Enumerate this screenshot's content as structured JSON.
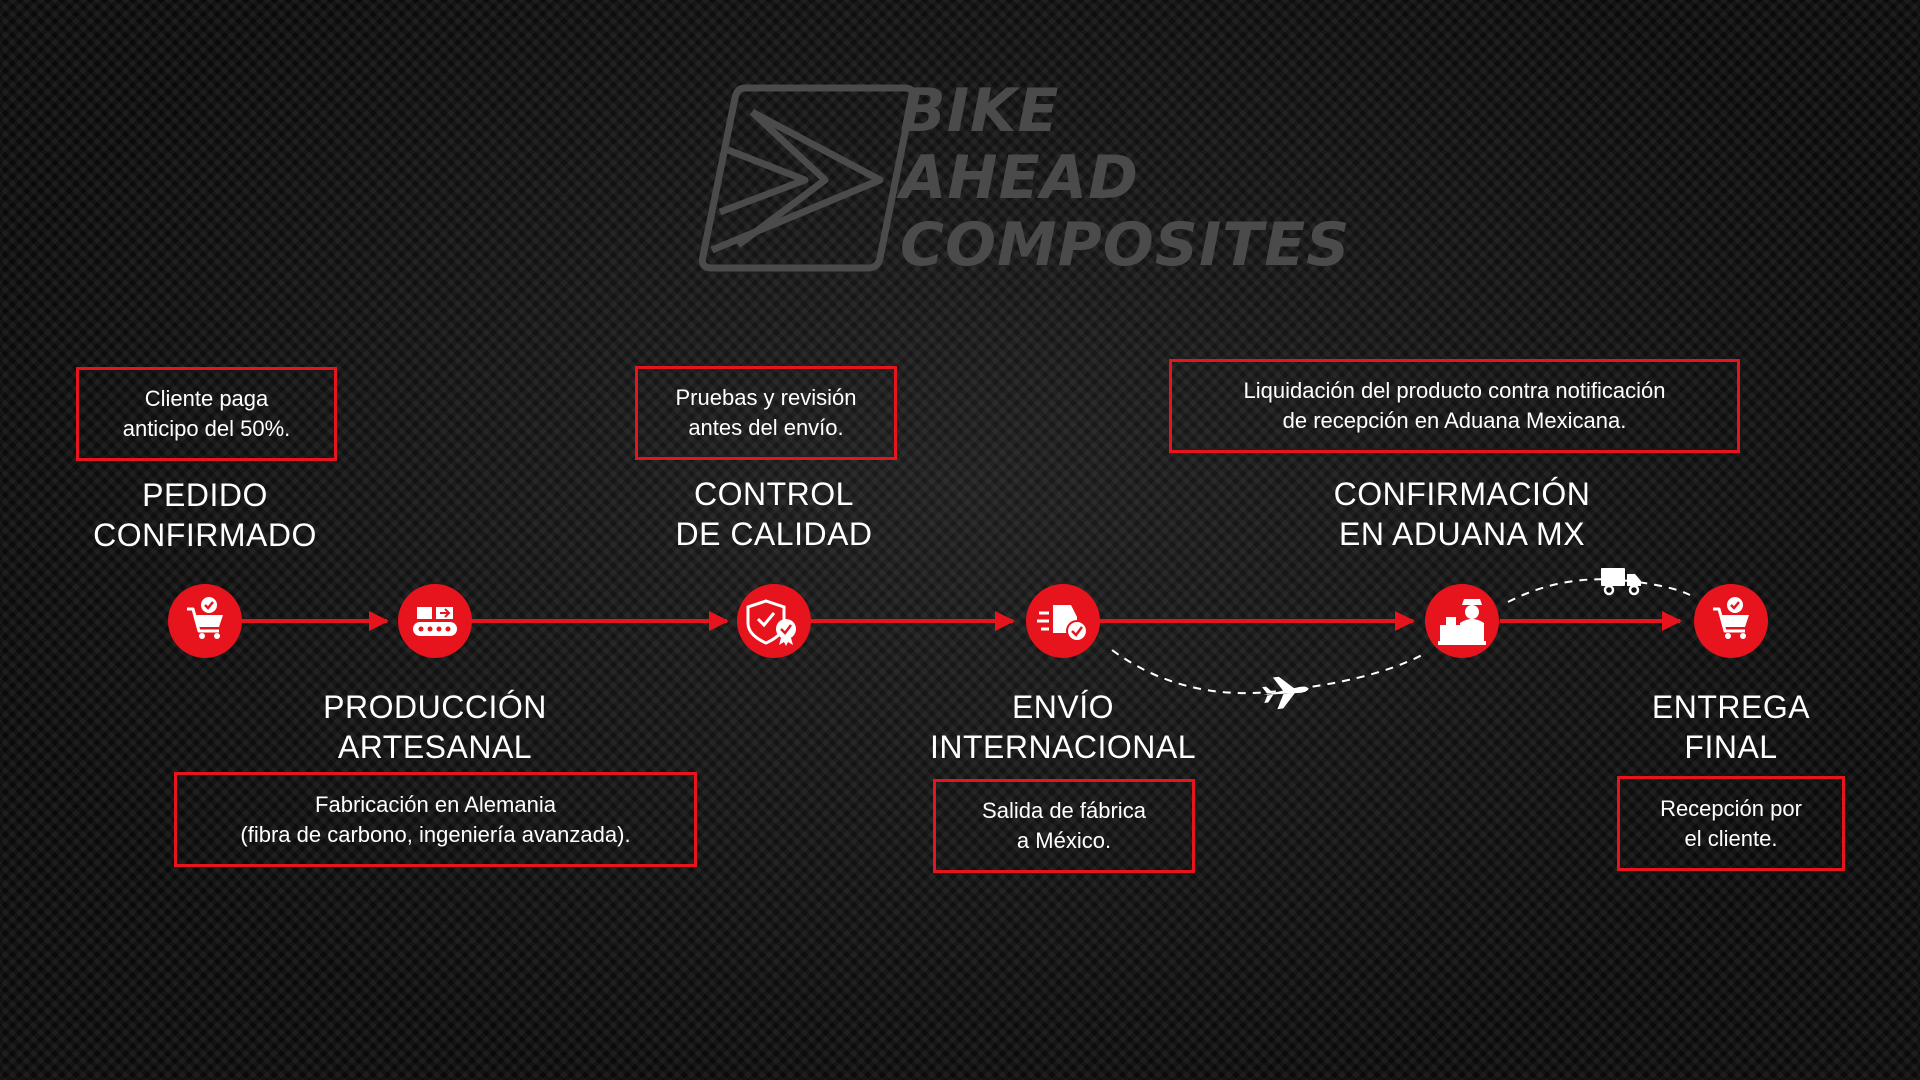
{
  "brand": {
    "lines": [
      "BIKE",
      "AHEAD",
      "COMPOSITES"
    ],
    "logo_color": "#4a4a4a"
  },
  "colors": {
    "accent": "#e8141d",
    "text": "#ffffff",
    "background": "#0d0d0d"
  },
  "steps": [
    {
      "title": [
        "PEDIDO",
        "CONFIRMADO"
      ],
      "note": [
        "Cliente paga",
        "anticipo del 50%."
      ],
      "icon": "shopping-cart-check-icon"
    },
    {
      "title": [
        "PRODUCCIÓN",
        "ARTESANAL"
      ],
      "note": [
        "Fabricación en Alemania",
        "(fibra de carbono, ingeniería avanzada)."
      ],
      "icon": "conveyor-production-icon"
    },
    {
      "title": [
        "CONTROL",
        "DE CALIDAD"
      ],
      "note": [
        "Pruebas y revisión",
        "antes del envío."
      ],
      "icon": "quality-shield-badge-icon"
    },
    {
      "title": [
        "ENVÍO",
        "INTERNACIONAL"
      ],
      "note": [
        "Salida de fábrica",
        "a México."
      ],
      "icon": "fast-shipping-box-icon"
    },
    {
      "title": [
        "CONFIRMACIÓN",
        "EN ADUANA MX"
      ],
      "note": [
        "Liquidación del producto contra notificación",
        "de recepción en Aduana Mexicana."
      ],
      "icon": "customs-officer-icon"
    },
    {
      "title": [
        "ENTREGA",
        "FINAL"
      ],
      "note": [
        "Recepción por",
        "el cliente."
      ],
      "icon": "shopping-cart-check-icon"
    }
  ],
  "transport_icons": [
    "airplane-icon",
    "delivery-truck-icon"
  ]
}
